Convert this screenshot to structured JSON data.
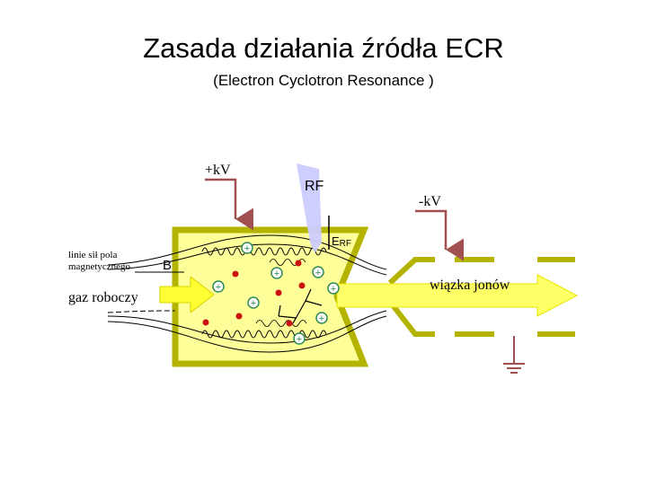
{
  "slide": {
    "title": "Zasada działania źródła ECR",
    "subtitle": "(Electron Cyclotron Resonance )"
  },
  "diagram": {
    "labels": {
      "plus_kv": "+kV",
      "rf": "RF",
      "minus_kv": "-kV",
      "erf": "E",
      "erf_sub": "RF",
      "field_lines_1": "linie sił pola",
      "field_lines_2": "magnetycznego",
      "b": "B",
      "gas": "gaz roboczy",
      "beam": "wiązka jonów"
    },
    "colors": {
      "chamber_fill": "#ffff99",
      "chamber_border": "#b3b300",
      "wire": "#a05050",
      "rf_wave": "#ccccff",
      "arrow_fill": "#ffff66",
      "ion_green": "#2e8b57",
      "electron_red": "#cc1111"
    }
  }
}
